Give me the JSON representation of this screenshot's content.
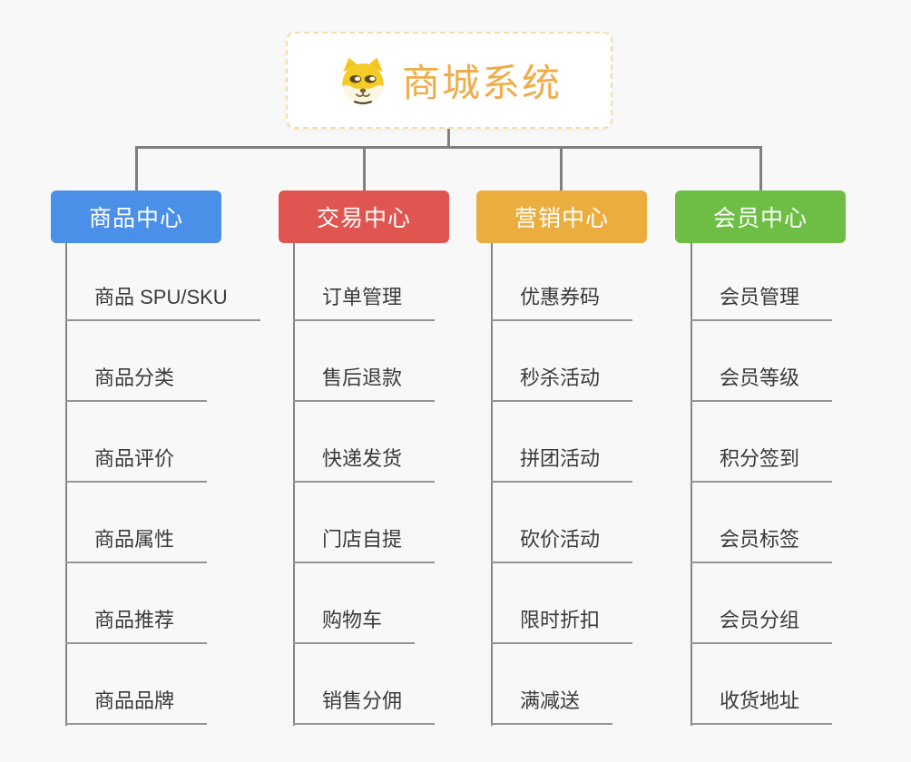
{
  "root": {
    "title": "商城系统",
    "icon": "dog-face-icon"
  },
  "colors": {
    "background": "#f8f8f8",
    "root_text": "#f0ac47",
    "root_border": "#f6dca7",
    "connector": "#808080",
    "leaf_underline": "#949494",
    "leaf_text": "#3a3a3a"
  },
  "branches": [
    {
      "label": "商品中心",
      "color": "#4a90e8",
      "items": [
        "商品 SPU/SKU",
        "商品分类",
        "商品评价",
        "商品属性",
        "商品推荐",
        "商品品牌"
      ]
    },
    {
      "label": "交易中心",
      "color": "#e15551",
      "items": [
        "订单管理",
        "售后退款",
        "快递发货",
        "门店自提",
        "购物车",
        "销售分佣"
      ]
    },
    {
      "label": "营销中心",
      "color": "#ebae3e",
      "items": [
        "优惠券码",
        "秒杀活动",
        "拼团活动",
        "砍价活动",
        "限时折扣",
        "满减送"
      ]
    },
    {
      "label": "会员中心",
      "color": "#6ebe45",
      "items": [
        "会员管理",
        "会员等级",
        "积分签到",
        "会员标签",
        "会员分组",
        "收货地址"
      ]
    }
  ]
}
